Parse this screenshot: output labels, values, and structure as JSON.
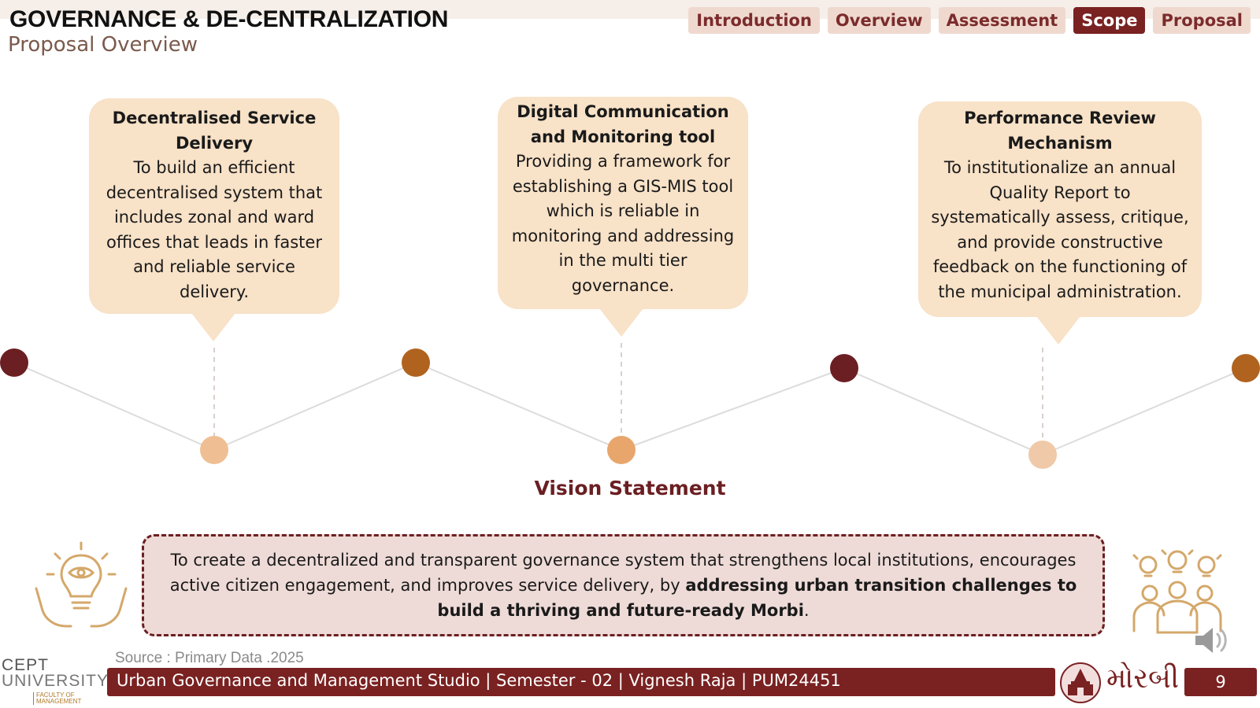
{
  "header": {
    "title": "GOVERNANCE & DE-CENTRALIZATION",
    "subtitle": "Proposal Overview"
  },
  "nav": {
    "tabs": [
      "Introduction",
      "Overview",
      "Assessment",
      "Scope",
      "Proposal"
    ],
    "active": "Scope"
  },
  "cards": [
    {
      "title_lines": [
        "Decentralised Service",
        "Delivery"
      ],
      "body_lines": [
        "To build an efficient",
        "decentralised system that",
        "includes zonal and ward",
        "offices that leads in faster",
        "and reliable service",
        "delivery."
      ]
    },
    {
      "title_lines": [
        "Digital Communication",
        "and Monitoring tool"
      ],
      "body_lines": [
        "Providing a framework for",
        "establishing a GIS-MIS tool",
        "which is reliable in",
        "monitoring and addressing",
        "in the multi tier",
        "governance."
      ]
    },
    {
      "title_lines": [
        "Performance Review",
        "Mechanism"
      ],
      "body_lines": [
        "To institutionalize an annual",
        "Quality Report to",
        "systematically assess, critique,",
        "and provide constructive",
        "feedback on the functioning of",
        "the municipal administration."
      ]
    }
  ],
  "vision": {
    "title": "Vision Statement",
    "text_plain": "To create a decentralized and transparent governance system that strengthens local institutions, encourages active citizen engagement, and improves service delivery, by ",
    "text_bold": "addressing urban transition challenges to build a thriving and future-ready Morbi",
    "text_end": "."
  },
  "source": "Source : Primary Data .2025",
  "footer": {
    "text": "Urban Governance and Management Studio | Semester - 02 | Vignesh Raja | PUM24451",
    "page_number": "9",
    "city_label": "મોરબી"
  },
  "logo": {
    "line1": "CEPT",
    "line2": "UNIVERSITY",
    "line3": "FACULTY OF MANAGEMENT"
  },
  "colors": {
    "maroon": "#7a2121",
    "card_fill": "#f8e2c8",
    "dot_maroon": "#6b1f22",
    "dot_brown": "#b0631f",
    "dot_light": "#efbf93",
    "icon_gold": "#d4a86a"
  },
  "icons": [
    "lightbulb-eye-hands-icon",
    "community-ideas-icon",
    "speaker-icon",
    "morbi-emblem-icon"
  ]
}
